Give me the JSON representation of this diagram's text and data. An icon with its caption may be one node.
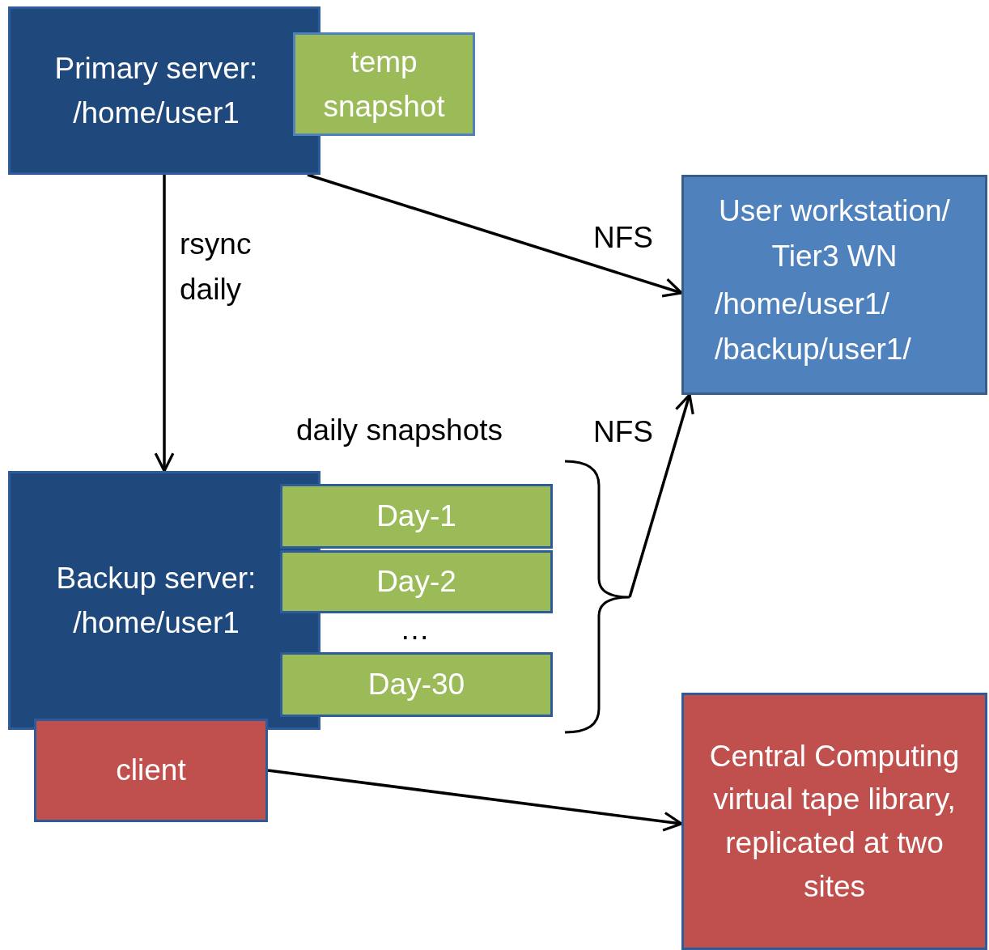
{
  "diagram": {
    "nodes": [
      {
        "text": [
          "Primary server: /home/user1"
        ]
      },
      {
        "text": [
          "temp snapshot"
        ]
      },
      {
        "text": [
          "User workstation/ Tier3 WN",
          "/home/user1/ /backup/user1/"
        ]
      },
      {
        "text": [
          "Backup server: /home/user1"
        ]
      },
      {
        "text": [
          "Day-1"
        ]
      },
      {
        "text": [
          "Day-2"
        ]
      },
      {
        "text": [
          "Day-30"
        ]
      },
      {
        "text": [
          "client"
        ]
      },
      {
        "text": [
          "Central Computing virtual tape library, replicated at two sites"
        ]
      },
      {
        "text": [],
        "shape": "bracket"
      }
    ],
    "edges": [
      {
        "from": 0,
        "to": 3,
        "arrow": "to",
        "label": "rsync daily"
      },
      {
        "from": 0,
        "to": 2,
        "arrow": "to",
        "label": "NFS"
      },
      {
        "from": 9,
        "to": 2,
        "arrow": "to",
        "label": "NFS"
      },
      {
        "from": 7,
        "to": 8,
        "arrow": "to"
      }
    ],
    "labels": [
      "daily snapshots",
      "…"
    ]
  }
}
